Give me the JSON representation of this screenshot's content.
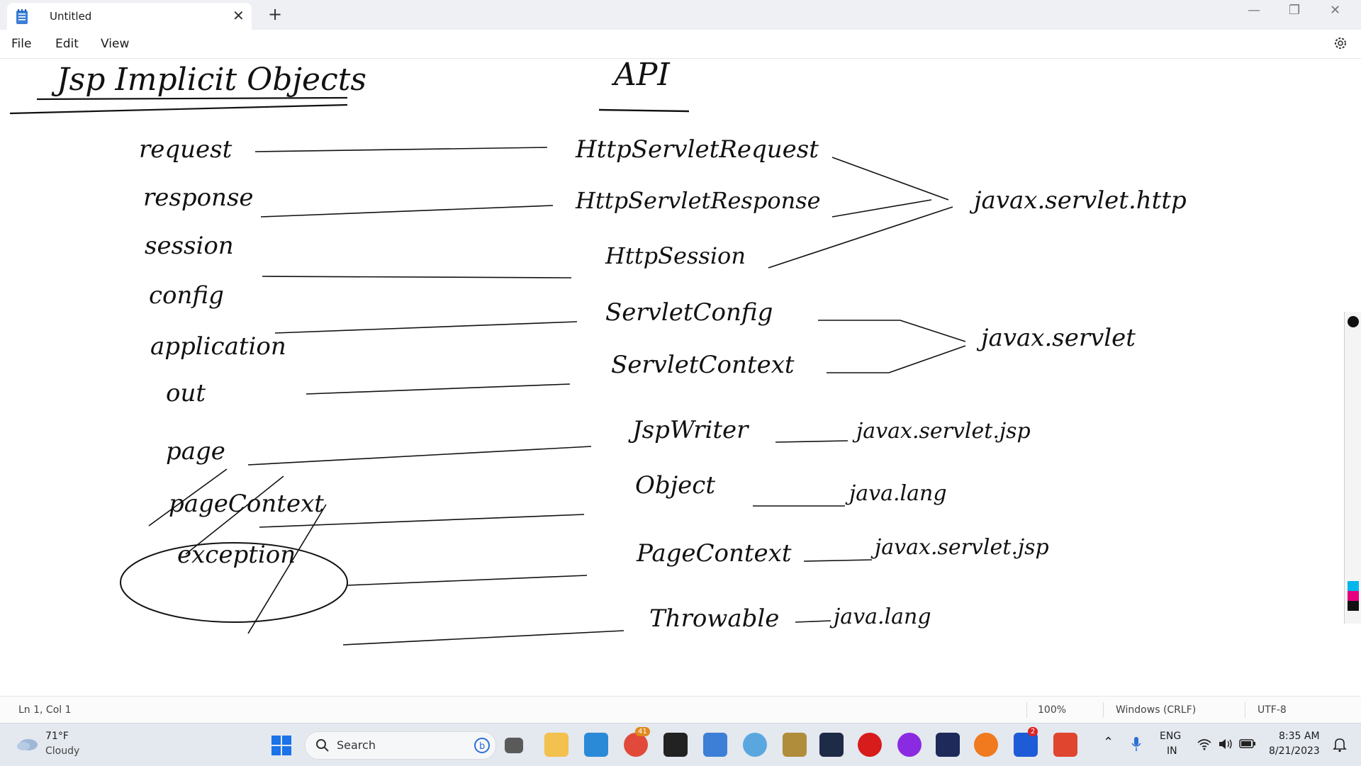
{
  "titlebar": {
    "tab_title": "Untitled",
    "close_tab_glyph": "✕",
    "new_tab_glyph": "+",
    "minimize_glyph": "—",
    "maximize_glyph": "❐",
    "close_glyph": "✕"
  },
  "menu": {
    "file": "File",
    "edit": "Edit",
    "view": "View"
  },
  "canvas": {
    "heading_left": "Jsp Implicit Objects",
    "heading_right": "API",
    "objects": [
      "request",
      "response",
      "session",
      "config",
      "application",
      "out",
      "page",
      "pageContext",
      "exception"
    ],
    "apis": [
      "HttpServletRequest",
      "HttpServletResponse",
      "HttpSession",
      "ServletConfig",
      "ServletContext",
      "JspWriter",
      "Object",
      "PageContext",
      "Throwable"
    ],
    "packages": {
      "http": "javax.servlet.http",
      "servlet": "javax.servlet",
      "jsp_writer": "javax.servlet.jsp",
      "object": "java.lang",
      "page_context": "javax.servlet.jsp",
      "throwable": "java.lang"
    }
  },
  "status": {
    "position": "Ln 1, Col 1",
    "zoom": "100%",
    "line_ending": "Windows (CRLF)",
    "encoding": "UTF-8"
  },
  "taskbar": {
    "weather_temp": "71°F",
    "weather_desc": "Cloudy",
    "search_placeholder": "Search",
    "chrome_badge": "41",
    "mail_badge": "2",
    "lang_top": "ENG",
    "lang_bottom": "IN",
    "time": "8:35 AM",
    "date": "8/21/2023"
  },
  "icons": [
    "notepad-icon",
    "settings-icon",
    "weather-icon",
    "windows-start-icon",
    "search-icon",
    "bing-icon",
    "task-view-icon",
    "file-explorer-icon",
    "vscode-icon",
    "chrome-icon",
    "terminal-icon",
    "notepad-taskbar-icon",
    "paint-icon",
    "tool-icon",
    "mysql-icon",
    "opera-icon",
    "vpn-icon",
    "bird-icon",
    "firefox-icon",
    "mail-icon",
    "app-icon",
    "chevron-up-icon",
    "microphone-icon",
    "wifi-icon",
    "volume-icon",
    "battery-icon",
    "notification-icon"
  ]
}
